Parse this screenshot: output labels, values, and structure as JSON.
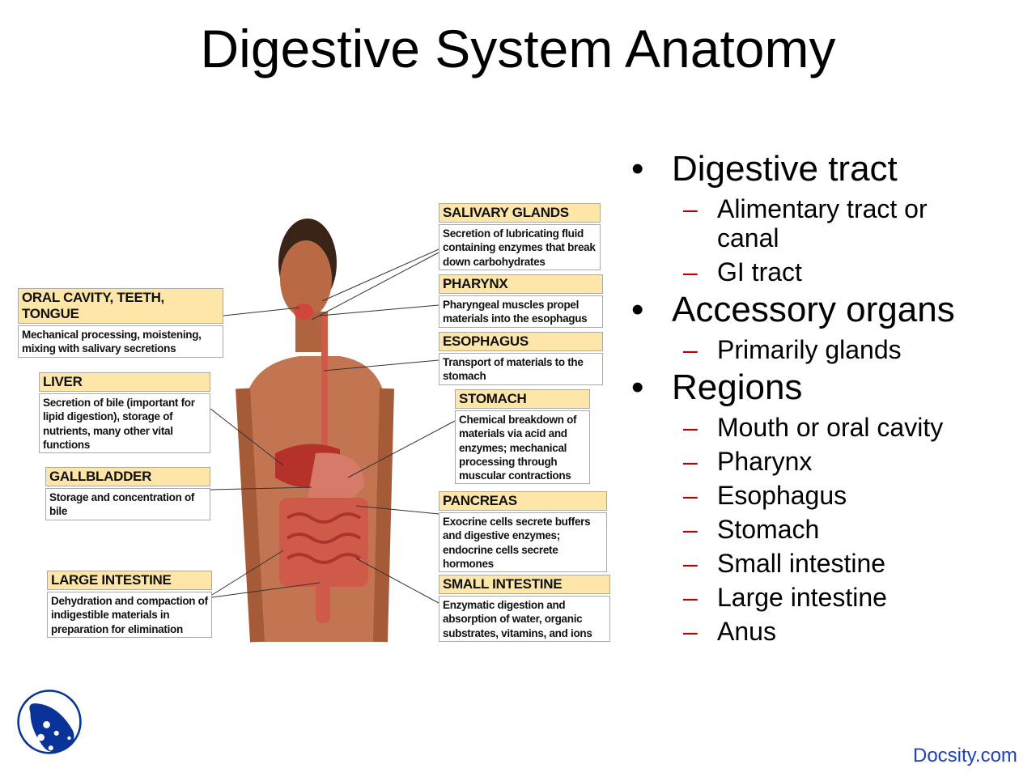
{
  "title": "Digestive System Anatomy",
  "figure_labels": [
    {
      "id": "salivary",
      "title": "SALIVARY GLANDS",
      "text": "Secretion of lubricating fluid containing enzymes that break down carbohydrates"
    },
    {
      "id": "pharynx",
      "title": "PHARYNX",
      "text": "Pharyngeal muscles propel materials into the esophagus"
    },
    {
      "id": "esophagus",
      "title": "ESOPHAGUS",
      "text": "Transport of materials to the stomach"
    },
    {
      "id": "stomach",
      "title": "STOMACH",
      "text": "Chemical breakdown of materials via acid and enzymes; mechanical processing through muscular contractions"
    },
    {
      "id": "pancreas",
      "title": "PANCREAS",
      "text": "Exocrine cells secrete buffers and digestive enzymes; endocrine cells secrete hormones"
    },
    {
      "id": "small-intestine",
      "title": "SMALL INTESTINE",
      "text": "Enzymatic digestion and absorption of water, organic substrates, vitamins, and ions"
    },
    {
      "id": "oral",
      "title": "ORAL CAVITY, TEETH, TONGUE",
      "text": "Mechanical processing, moistening, mixing with salivary secretions"
    },
    {
      "id": "liver",
      "title": "LIVER",
      "text": "Secretion of bile (important for lipid digestion), storage of nutrients, many other vital functions"
    },
    {
      "id": "gallbladder",
      "title": "GALLBLADDER",
      "text": "Storage and concentration of bile"
    },
    {
      "id": "large-intestine",
      "title": "LARGE INTESTINE",
      "text": "Dehydration and compaction of indigestible materials in preparation for elimination"
    }
  ],
  "bullets": [
    {
      "text": "Digestive tract",
      "sub": [
        "Alimentary tract or canal",
        "GI tract"
      ]
    },
    {
      "text": "Accessory organs",
      "sub": [
        "Primarily glands"
      ]
    },
    {
      "text": "Regions",
      "sub": [
        "Mouth or oral cavity",
        "Pharynx",
        "Esophagus",
        "Stomach",
        "Small intestine",
        "Large intestine",
        "Anus"
      ]
    }
  ],
  "bullet_symbol": "•",
  "dash_symbol": "–",
  "footer": "Docsity.com",
  "colors": {
    "label_header": "#fde6a8",
    "dash": "#c00000",
    "brand": "#1f3fbf"
  }
}
